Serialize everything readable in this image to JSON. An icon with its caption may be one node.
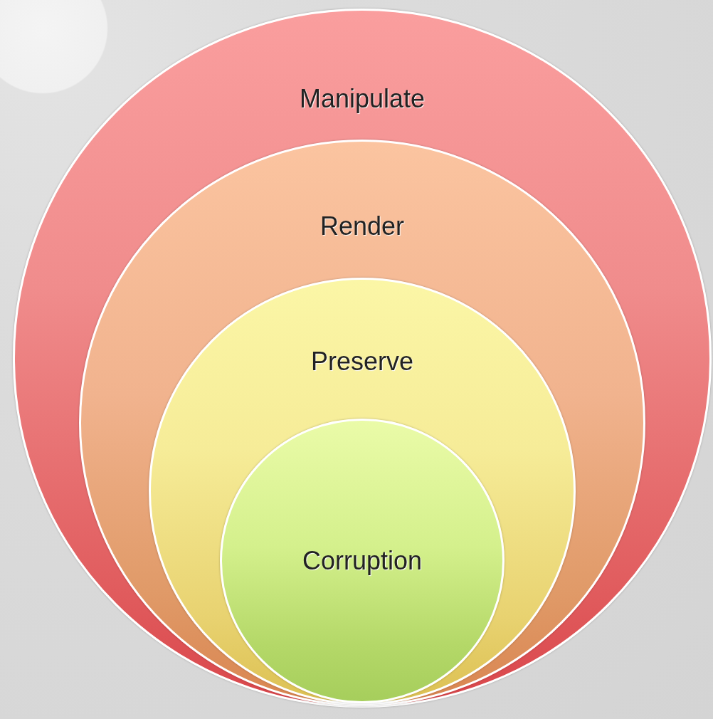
{
  "diagram": {
    "nodes": [
      {
        "text": [
          "Manipulate"
        ]
      },
      {
        "text": [
          "Render"
        ],
        "in": 0
      },
      {
        "text": [
          "Preserve"
        ],
        "in": 1
      },
      {
        "text": [
          "Corruption"
        ],
        "in": 2
      }
    ]
  }
}
